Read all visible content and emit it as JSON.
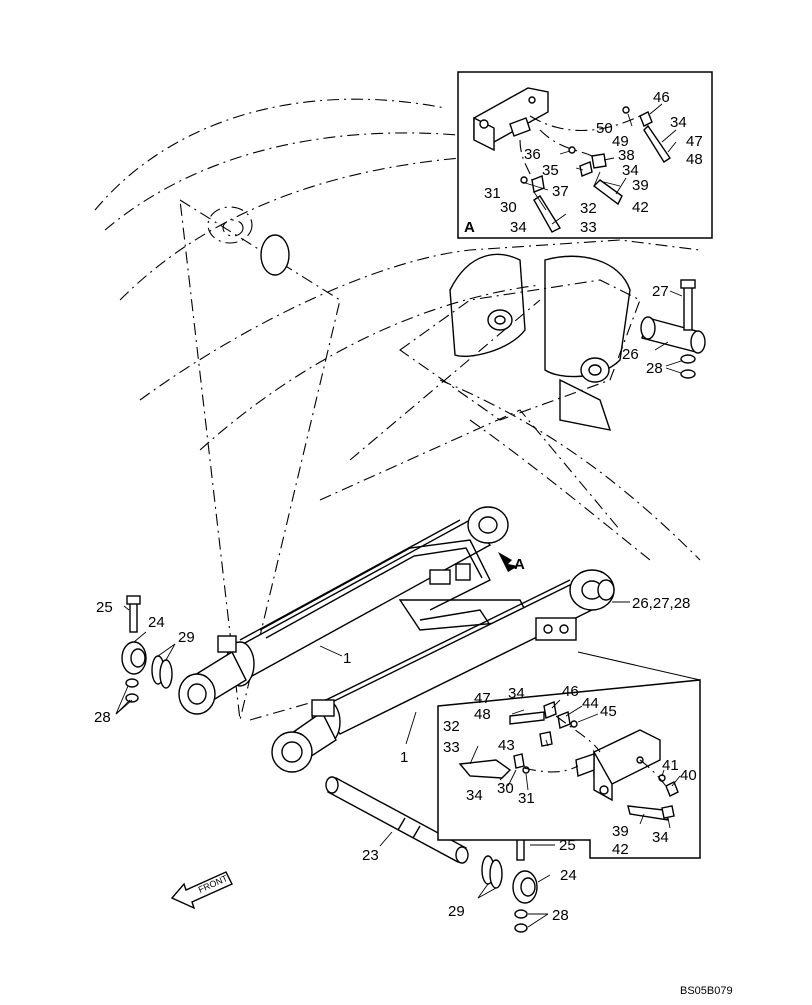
{
  "figure_code": "BS05B079",
  "direction_label": "FRONT",
  "view_label": "A",
  "callouts": {
    "c1a": "1",
    "c1b": "1",
    "c23": "23",
    "c24a": "24",
    "c24b": "24",
    "c25a": "25",
    "c25b": "25",
    "c26": "26",
    "c26_27_28": "26,27,28",
    "c27": "27",
    "c28a": "28",
    "c28b": "28",
    "c28c": "28",
    "c29a": "29",
    "c29b": "29",
    "tA": "A",
    "tA2": "A",
    "t46": "46",
    "t34a": "34",
    "t50": "50",
    "t49": "49",
    "t47": "47",
    "t48": "48",
    "t36": "36",
    "t38": "38",
    "t35": "35",
    "t34b": "34",
    "t31": "31",
    "t37": "37",
    "t39": "39",
    "t30": "30",
    "t32": "32",
    "t42": "42",
    "t34c": "34",
    "t33": "33",
    "b47": "47",
    "b34a": "34",
    "b46": "46",
    "b44": "44",
    "b48": "48",
    "b45": "45",
    "b32": "32",
    "b43": "43",
    "b33": "33",
    "b41": "41",
    "b40": "40",
    "b34b": "34",
    "b30": "30",
    "b31": "31",
    "b39": "39",
    "b34c": "34",
    "b42": "42"
  }
}
